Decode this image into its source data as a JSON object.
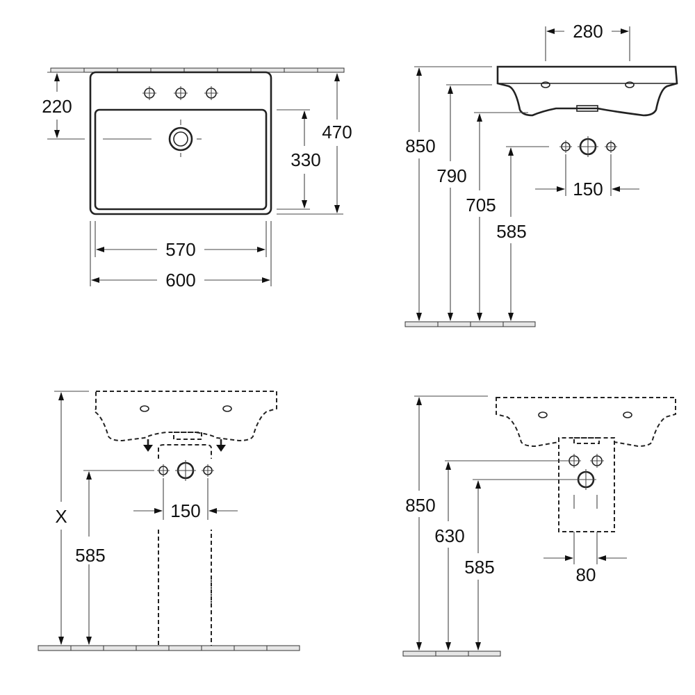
{
  "top_view": {
    "dim_width_outer": "600",
    "dim_width_inner": "570",
    "dim_depth": "470",
    "dim_bowl": "330",
    "dim_tap_offset": "220"
  },
  "side_view": {
    "dim_tap_spacing": "280",
    "dim_height_rim": "850",
    "dim_height_underside": "790",
    "dim_height_bowl": "705",
    "dim_height_connections": "585",
    "dim_connection_spacing": "150"
  },
  "pedestal_view": {
    "dim_height_variable": "X",
    "dim_height_connections": "585",
    "dim_connection_spacing": "150"
  },
  "semi_pedestal_view": {
    "dim_height_rim": "850",
    "dim_height_supply": "630",
    "dim_height_waste": "585",
    "dim_offset": "80"
  }
}
